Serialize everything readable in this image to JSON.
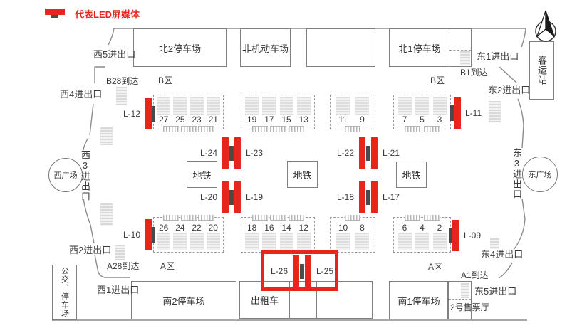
{
  "legend": {
    "label": "代表LED屏媒体",
    "icon": "led-screen-icon"
  },
  "colors": {
    "led_red": "#e8251d",
    "connector_dark": "#4a4a4a",
    "outline_gray": "#8c8c8c"
  },
  "facilities": {
    "north_parking_2": "北2停车场",
    "non_motor_parking": "非机动车场",
    "north_parking_1": "北1停车场",
    "passenger_station": "客运站",
    "west_square": "西广场",
    "east_square": "东广场",
    "metro": "地铁",
    "south_parking_2": "南2停车场",
    "taxi": "出租车",
    "south_parking_1": "南1停车场",
    "ticket_hall_2": "2号售票厅",
    "bus_and_parking": "公交、停车场"
  },
  "gates": {
    "west_5": "西5进出口",
    "west_4": "西4进出口",
    "west_3": "西3进出口",
    "west_2": "西2进出口",
    "west_1": "西1进出口",
    "east_1": "东1进出口",
    "east_2": "东2进出口",
    "east_3": "东3进出口",
    "east_4": "东4进出口",
    "east_5": "东5进出口"
  },
  "arrival_points": {
    "b28": "B28到达",
    "b1": "B1到达",
    "a28": "A28到达",
    "a1": "A1到达"
  },
  "zone_labels": {
    "b_west": "B区",
    "b_east": "B区",
    "a_west": "A区",
    "a_east": "A区"
  },
  "platforms": {
    "b_row_clusters": [
      [
        "27",
        "25",
        "23",
        "21"
      ],
      [
        "19",
        "17",
        "15",
        "13"
      ],
      [
        "11",
        "9"
      ],
      [
        "7",
        "5",
        "3"
      ]
    ],
    "a_row_clusters": [
      [
        "26",
        "24",
        "22",
        "20"
      ],
      [
        "18",
        "16",
        "14",
        "12"
      ],
      [
        "10",
        "8"
      ],
      [
        "6",
        "4",
        "2"
      ]
    ]
  },
  "led_screens": {
    "l12": "L-12",
    "l11": "L-11",
    "l10": "L-10",
    "l09": "L-09",
    "pairs": [
      {
        "left": "L-24",
        "right": "L-23"
      },
      {
        "left": "L-22",
        "right": "L-21"
      },
      {
        "left": "L-20",
        "right": "L-19"
      },
      {
        "left": "L-18",
        "right": "L-17"
      },
      {
        "left": "L-26",
        "right": "L-25"
      }
    ],
    "highlighted_pair": "L-26 / L-25"
  }
}
